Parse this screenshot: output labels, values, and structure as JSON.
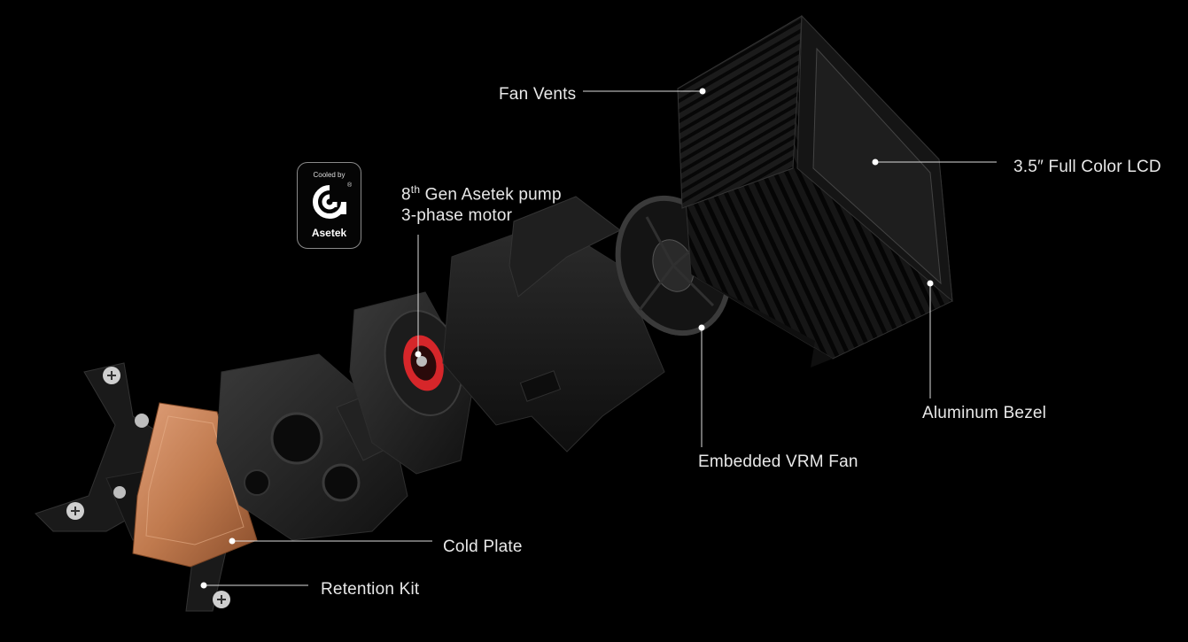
{
  "badge": {
    "top_text": "Cooled by",
    "brand": "Asetek",
    "registered": "®"
  },
  "labels": {
    "fan_vents": "Fan Vents",
    "lcd": "3.5″ Full Color LCD",
    "pump_prefix": "8",
    "pump_sup": "th",
    "pump_line1_rest": " Gen Asetek pump",
    "pump_line2": "3-phase motor",
    "aluminum_bezel": "Aluminum Bezel",
    "vrm_fan": "Embedded VRM Fan",
    "cold_plate": "Cold Plate",
    "retention_kit": "Retention Kit"
  },
  "colors": {
    "background": "#000000",
    "copper": "#c07a4e",
    "pump_red": "#d6262a",
    "label": "#e8e8e8"
  }
}
